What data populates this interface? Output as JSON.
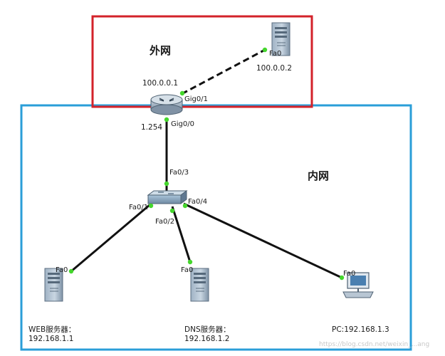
{
  "zones": {
    "external": {
      "title": "外网",
      "border_color": "#d3222a"
    },
    "internal": {
      "title": "内网",
      "border_color": "#2a9ed8"
    }
  },
  "router": {
    "ip_external": "100.0.0.1",
    "port_external": "Gig0/1",
    "port_internal": "Gig0/0",
    "ip_internal": "1.254"
  },
  "external_server": {
    "port": "Fa0",
    "ip": "100.0.0.2"
  },
  "switch": {
    "port_uplink": "Fa0/3",
    "port_1": "Fa0/1",
    "port_2": "Fa0/2",
    "port_4": "Fa0/4"
  },
  "web_server": {
    "port": "Fa0",
    "label": "WEB服务器：",
    "ip": "192.168.1.1"
  },
  "dns_server": {
    "port": "Fa0",
    "label": "DNS服务器：",
    "ip": "192.168.1.2"
  },
  "pc": {
    "port": "Fa0",
    "label": "PC:192.168.1.3"
  },
  "watermark": "https://blog.csdn.net/weixin_...ang",
  "colors": {
    "link": "#111111",
    "port_dot": "#44d62c",
    "device": "#8aa0b4"
  }
}
